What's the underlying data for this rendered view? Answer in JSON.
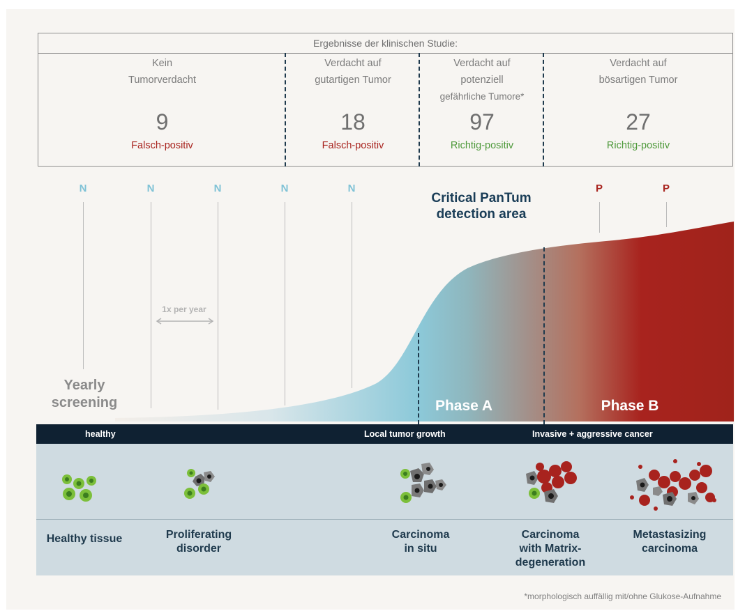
{
  "table": {
    "title": "Ergebnisse der klinischen Studie:",
    "columns": [
      {
        "label_lines": [
          "Kein",
          "Tumorverdacht"
        ],
        "count": "9",
        "result": "Falsch-positiv",
        "result_type": "false-positive"
      },
      {
        "label_lines": [
          "Verdacht auf",
          "gutartigen Tumor"
        ],
        "count": "18",
        "result": "Falsch-positiv",
        "result_type": "false-positive"
      },
      {
        "label_lines": [
          "Verdacht auf",
          "potenziell",
          "gefährliche Tumore*"
        ],
        "count": "97",
        "result": "Richtig-positiv",
        "result_type": "true-positive"
      },
      {
        "label_lines": [
          "Verdacht auf",
          "bösartigen Tumor"
        ],
        "count": "27",
        "result": "Richtig-positiv",
        "result_type": "true-positive"
      }
    ]
  },
  "markers": {
    "negative": [
      "N",
      "N",
      "N",
      "N",
      "N"
    ],
    "positive": [
      "P",
      "P"
    ]
  },
  "curve": {
    "critical_area_lines": [
      "Critical PanTum",
      "detection area"
    ],
    "interval_label": "1x per year",
    "screening_lines": [
      "Yearly",
      "screening"
    ],
    "phase_a": "Phase A",
    "phase_b": "Phase B"
  },
  "band": {
    "healthy": "healthy",
    "local": "Local tumor growth",
    "invasive": "Invasive + aggressive cancer"
  },
  "stages": [
    {
      "lines": [
        "Healthy tissue"
      ]
    },
    {
      "lines": [
        "Proliferating",
        "disorder"
      ]
    },
    {
      "lines": [
        "Carcinoma",
        "in situ"
      ]
    },
    {
      "lines": [
        "Carcinoma",
        "with Matrix-",
        "degeneration"
      ]
    },
    {
      "lines": [
        "Metastasizing",
        "carcinoma"
      ]
    }
  ],
  "footnote": "*morphologisch auffällig mit/ohne Glukose-Aufnahme",
  "colors": {
    "healthy_blue": "#8cc9d9",
    "malignant_red": "#a8231e",
    "navy": "#0f2132",
    "false_positive": "#a8231e",
    "true_positive": "#4f9a3c",
    "cell_green": "#7cbf3a"
  }
}
